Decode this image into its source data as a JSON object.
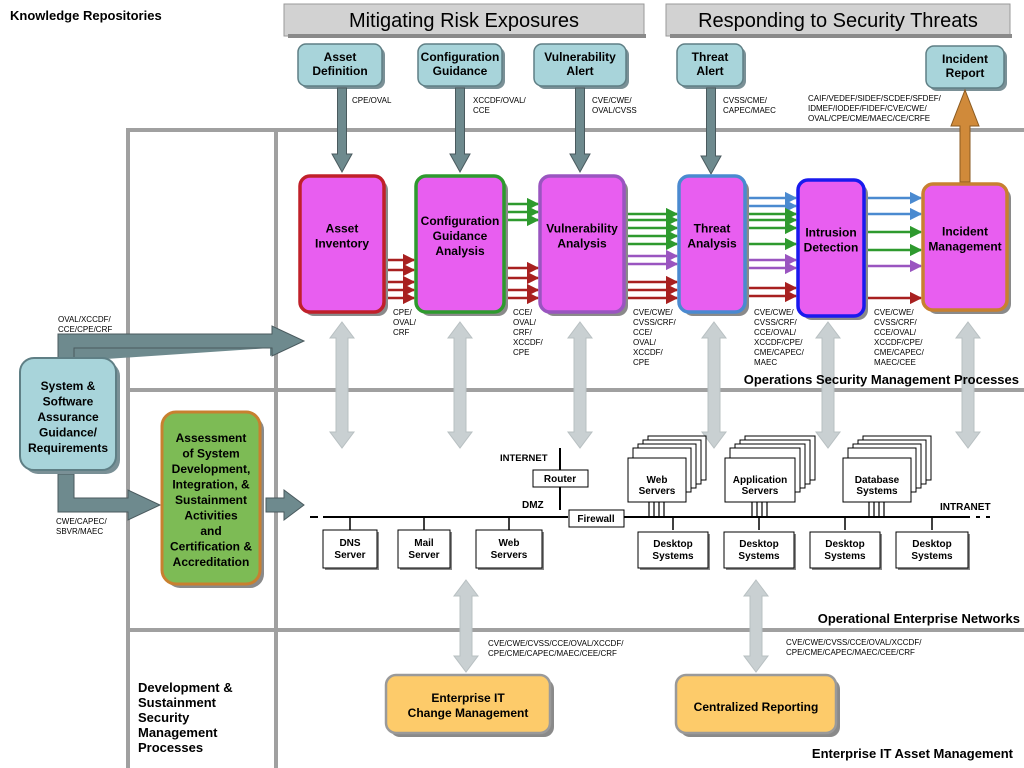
{
  "page_title": "Knowledge Repositories",
  "headers": {
    "mitigating": "Mitigating Risk Exposures",
    "responding": "Responding to Security Threats"
  },
  "inputs": [
    {
      "id": "asset-definition",
      "lines": [
        "Asset",
        "Definition"
      ],
      "standards": [
        "CPE/OVAL"
      ]
    },
    {
      "id": "configuration-guidance",
      "lines": [
        "Configuration",
        "Guidance"
      ],
      "standards": [
        "XCCDF/OVAL/",
        "CCE"
      ]
    },
    {
      "id": "vulnerability-alert",
      "lines": [
        "Vulnerability",
        "Alert"
      ],
      "standards": [
        "CVE/CWE/",
        "OVAL/CVSS"
      ]
    },
    {
      "id": "threat-alert",
      "lines": [
        "Threat",
        "Alert"
      ],
      "standards": [
        "CVSS/CME/",
        "CAPEC/MAEC"
      ]
    },
    {
      "id": "incident-report",
      "lines": [
        "Incident",
        "Report"
      ],
      "standards": [
        "CAIF/VEDEF/SIDEF/SCDEF/SFDEF/",
        "IDMEF/IODEF/FIDEF/CVE/CWE/",
        "OVAL/CPE/CME/MAEC/CE/CRFE"
      ]
    }
  ],
  "processes": [
    {
      "id": "asset-inventory",
      "lines": [
        "Asset",
        "Inventory"
      ],
      "border": "#c0202a",
      "standards": [
        "CPE/",
        "OVAL/",
        "CRF"
      ]
    },
    {
      "id": "configuration-guidance-analysis",
      "lines": [
        "Configuration",
        "Guidance",
        "Analysis"
      ],
      "border": "#2e9a2e",
      "standards": [
        "CCE/",
        "OVAL/",
        "CRF/",
        "XCCDF/",
        "CPE"
      ]
    },
    {
      "id": "vulnerability-analysis",
      "lines": [
        "Vulnerability",
        "Analysis"
      ],
      "border": "#9a55c0",
      "standards": [
        "CVE/CWE/",
        "CVSS/CRF/",
        "CCE/",
        "OVAL/",
        "XCCDF/",
        "CPE"
      ]
    },
    {
      "id": "threat-analysis",
      "lines": [
        "Threat",
        "Analysis"
      ],
      "border": "#4a8ad0",
      "standards": [
        "CVE/CWE/",
        "CVSS/CRF/",
        "CCE/OVAL/",
        "XCCDF/CPE/",
        "CME/CAPEC/",
        "MAEC"
      ]
    },
    {
      "id": "intrusion-detection",
      "lines": [
        "Intrusion",
        "Detection"
      ],
      "border": "#1a1aee",
      "standards": [
        "CVE/CWE/",
        "CVSS/CRF/",
        "CCE/OVAL/",
        "XCCDF/CPE/",
        "CME/CAPEC/",
        "MAEC/CEE"
      ]
    },
    {
      "id": "incident-management",
      "lines": [
        "Incident",
        "Management"
      ],
      "border": "#c88030",
      "standards": []
    }
  ],
  "left_panel": {
    "assurance": [
      "System &",
      "Software",
      "Assurance",
      "Guidance/",
      "Requirements"
    ],
    "top_standards": [
      "OVAL/XCCDF/",
      "CCE/CPE/CRF"
    ],
    "bottom_standards": [
      "CWE/CAPEC/",
      "SBVR/MAEC"
    ],
    "assessment": [
      "Assessment",
      "of System",
      "Development,",
      "Integration, &",
      "Sustainment",
      "Activities",
      "and",
      "Certification &",
      "Accreditation"
    ]
  },
  "sections": {
    "operations": "Operations Security Management Processes",
    "networks": "Operational Enterprise Networks",
    "asset_mgmt": "Enterprise IT Asset Management",
    "dev": [
      "Development &",
      "Sustainment",
      "Security",
      "Management",
      "Processes"
    ]
  },
  "network": {
    "internet": "INTERNET",
    "router": "Router",
    "dmz": "DMZ",
    "firewall": "Firewall",
    "intranet": "INTRANET",
    "dmz_servers": [
      [
        "DNS",
        "Server"
      ],
      [
        "Mail",
        "Server"
      ],
      [
        "Web",
        "Servers"
      ]
    ],
    "stacks": [
      [
        "Web",
        "Servers"
      ],
      [
        "Application",
        "Servers"
      ],
      [
        "Database",
        "Systems"
      ]
    ],
    "desktops": [
      [
        "Desktop",
        "Systems"
      ],
      [
        "Desktop",
        "Systems"
      ],
      [
        "Desktop",
        "Systems"
      ],
      [
        "Desktop",
        "Systems"
      ]
    ]
  },
  "enterprise": {
    "change_mgmt": [
      "Enterprise IT",
      "Change Management"
    ],
    "reporting": [
      "Centralized Reporting"
    ],
    "change_standards": [
      "CVE/CWE/CVSS/CCE/OVAL/XCCDF/",
      "CPE/CME/CAPEC/MAEC/CEE/CRF"
    ],
    "reporting_standards": [
      "CVE/CWE/CVSS/CCE/OVAL/XCCDF/",
      "CPE/CME/CAPEC/MAEC/CEE/CRF"
    ]
  },
  "colors": {
    "process_fill": "#e85ef0",
    "input_fill": "#a8d4da",
    "assessment_fill": "#7dbb55",
    "enterprise_fill": "#fdcb6a",
    "header_fill": "#d2d2d2",
    "arrow_gray": "#6e8a8e"
  }
}
